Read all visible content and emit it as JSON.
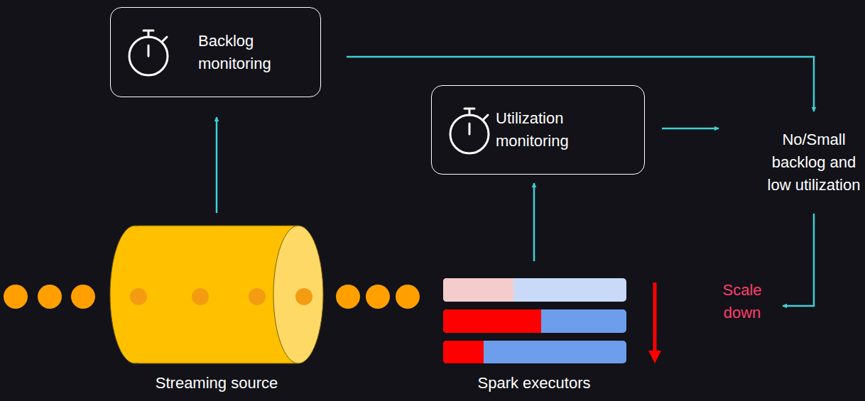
{
  "diagram": {
    "nodes": [
      {
        "text": [
          "Backlog monitoring"
        ]
      },
      {
        "text": [
          "Utilization monitoring"
        ]
      },
      {
        "text": [
          "No/Small backlog and low utilization"
        ]
      },
      {
        "text": [
          "Scale down"
        ]
      },
      {
        "text": [
          "Streaming source"
        ]
      },
      {
        "text": [
          "Spark executors"
        ]
      }
    ],
    "edges": [
      {
        "from": 4,
        "to": 0,
        "arrow": "to"
      },
      {
        "from": 5,
        "to": 1,
        "arrow": "to"
      },
      {
        "from": 0,
        "to": 2,
        "arrow": "to"
      },
      {
        "from": 1,
        "to": 2,
        "arrow": "to"
      },
      {
        "from": 2,
        "to": 3,
        "arrow": "to"
      }
    ]
  }
}
